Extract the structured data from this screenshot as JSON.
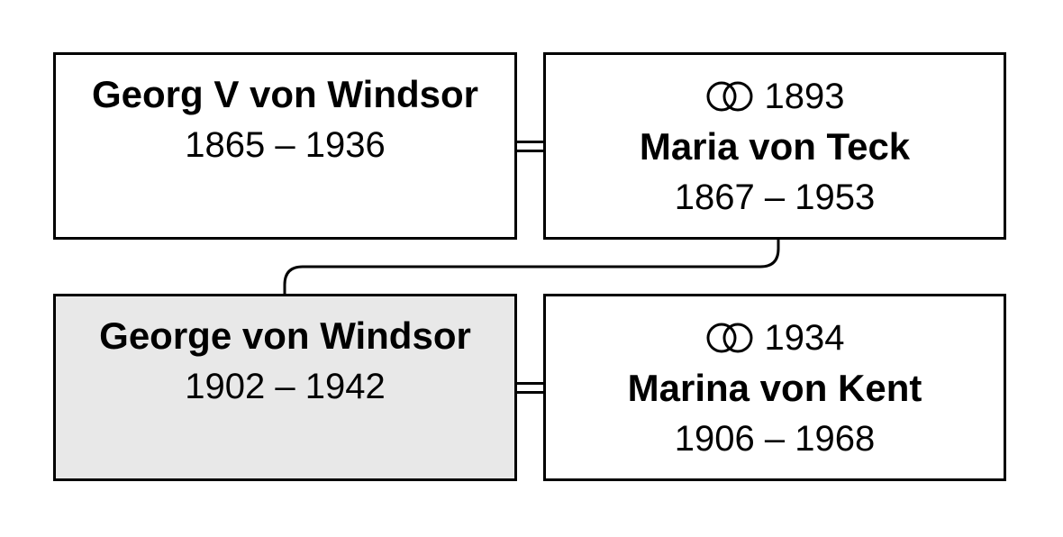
{
  "persons": [
    {
      "id": "georg-v",
      "name": "Georg V von Windsor",
      "dates": "1865 – 1936"
    },
    {
      "id": "maria",
      "marriage_year": "1893",
      "name": "Maria von Teck",
      "dates": "1867 – 1953"
    },
    {
      "id": "george",
      "name": "George von Windsor",
      "dates": "1902 – 1942",
      "highlight": true
    },
    {
      "id": "marina",
      "marriage_year": "1934",
      "name": "Marina von Kent",
      "dates": "1906 – 1968"
    }
  ],
  "icons": {
    "marriage": "wedding-rings-icon"
  },
  "colors": {
    "border": "#000000",
    "highlight_fill": "#e8e8e8",
    "box_fill": "#ffffff"
  }
}
